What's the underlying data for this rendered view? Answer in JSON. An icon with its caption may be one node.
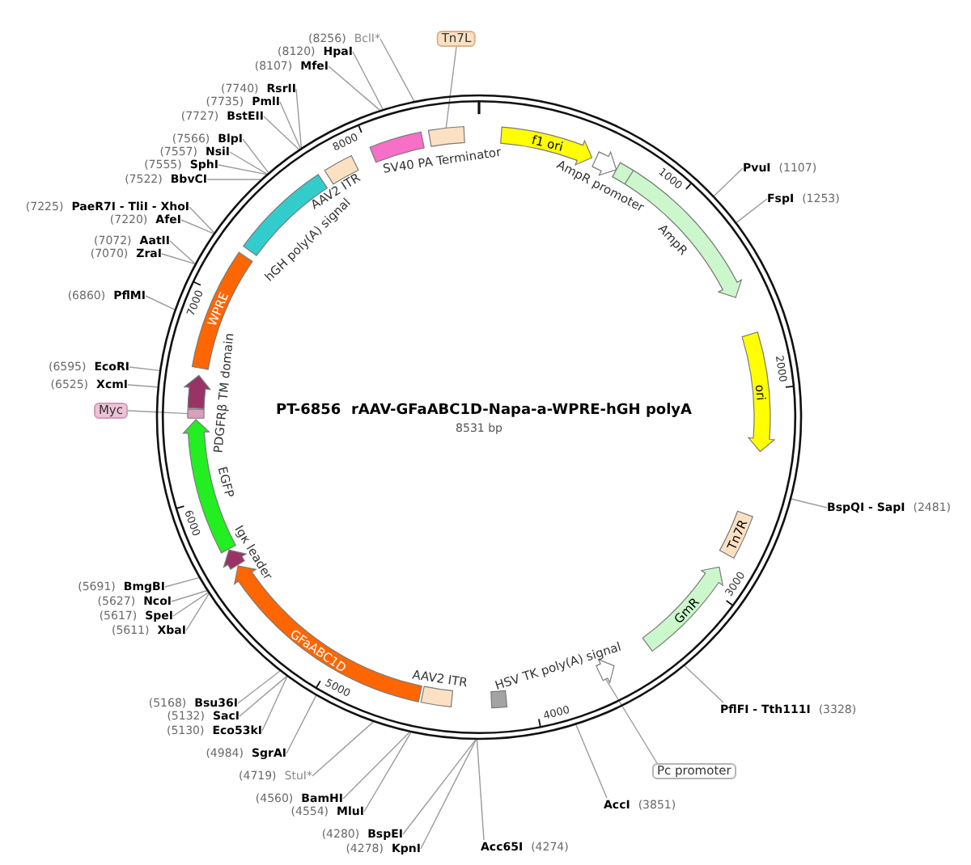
{
  "diagram": {
    "title": "PT-6856  rAAV-GFaABC1D-Napa-a-WPRE-hGH polyA",
    "nodes": [
      {
        "text": [],
        "shape": "circle"
      },
      {
        "text": [
          "f1 ori"
        ],
        "in": 0
      },
      {
        "text": [
          "AmpR promoter"
        ],
        "in": 0
      },
      {
        "text": [
          "AmpR"
        ],
        "in": 0
      },
      {
        "text": [
          "ori"
        ],
        "in": 0
      },
      {
        "text": [
          "Tn7R"
        ],
        "in": 0
      },
      {
        "text": [
          "GmR"
        ],
        "in": 0
      },
      {
        "text": [],
        "shape": "arrow",
        "in": 0
      },
      {
        "text": [
          "HSV TK poly(A) signal"
        ],
        "in": 0
      },
      {
        "text": [
          "AAV2 ITR"
        ],
        "in": 0
      },
      {
        "text": [
          "GFaABC1D"
        ],
        "in": 0
      },
      {
        "text": [
          "Igκ leader"
        ],
        "in": 0
      },
      {
        "text": [
          "EGFP"
        ],
        "in": 0
      },
      {
        "text": [],
        "shape": "box",
        "in": 0
      },
      {
        "text": [
          "PDGFRβ TM domain"
        ],
        "in": 0
      },
      {
        "text": [
          "WPRE"
        ],
        "in": 0
      },
      {
        "text": [
          "hGH poly(A) signal"
        ],
        "in": 0
      },
      {
        "text": [
          "AAV2 ITR"
        ],
        "in": 0
      },
      {
        "text": [
          "SV40 PA Terminator"
        ],
        "in": 0
      },
      {
        "text": [],
        "shape": "box",
        "in": 0
      },
      {
        "text": [
          "Tn7L"
        ]
      },
      {
        "text": [
          "Myc"
        ]
      },
      {
        "text": [
          "Pc promoter"
        ]
      },
      {
        "text": [
          "PvuI",
          "(1107)"
        ]
      },
      {
        "text": [
          "FspI",
          "(1253)"
        ]
      },
      {
        "text": [
          "BspQI - SapI",
          "(2481)"
        ]
      },
      {
        "text": [
          "PflFI - Tth111I",
          "(3328)"
        ]
      },
      {
        "text": [
          "AccI",
          "(3851)"
        ]
      },
      {
        "text": [
          "Acc65I",
          "(4274)"
        ]
      },
      {
        "text": [
          "(4278)",
          "KpnI"
        ]
      },
      {
        "text": [
          "(4280)",
          "BspEI"
        ]
      },
      {
        "text": [
          "(4554)",
          "MluI"
        ]
      },
      {
        "text": [
          "(4560)",
          "BamHI"
        ]
      },
      {
        "text": [
          "(4719)",
          "StuI*"
        ]
      },
      {
        "text": [
          "(4984)",
          "SgrAI"
        ]
      },
      {
        "text": [
          "(5130)",
          "Eco53kI"
        ]
      },
      {
        "text": [
          "(5132)",
          "SacI"
        ]
      },
      {
        "text": [
          "(5168)",
          "Bsu36I"
        ]
      },
      {
        "text": [
          "(5611)",
          "XbaI"
        ]
      },
      {
        "text": [
          "(5617)",
          "SpeI"
        ]
      },
      {
        "text": [
          "(5627)",
          "NcoI"
        ]
      },
      {
        "text": [
          "(5691)",
          "BmgBI"
        ]
      },
      {
        "text": [
          "(6525)",
          "XcmI"
        ]
      },
      {
        "text": [
          "(6595)",
          "EcoRI"
        ]
      },
      {
        "text": [
          "(6860)",
          "PflMI"
        ]
      },
      {
        "text": [
          "(7070)",
          "ZraI"
        ]
      },
      {
        "text": [
          "(7072)",
          "AatII"
        ]
      },
      {
        "text": [
          "(7220)",
          "AfeI"
        ]
      },
      {
        "text": [
          "(7225)",
          "PaeR7I - TliI - XhoI"
        ]
      },
      {
        "text": [
          "(7522)",
          "BbvCI"
        ]
      },
      {
        "text": [
          "(7555)",
          "SphI"
        ]
      },
      {
        "text": [
          "(7557)",
          "NsiI"
        ]
      },
      {
        "text": [
          "(7566)",
          "BlpI"
        ]
      },
      {
        "text": [
          "(7727)",
          "BstEII"
        ]
      },
      {
        "text": [
          "(7735)",
          "PmlI"
        ]
      },
      {
        "text": [
          "(7740)",
          "RsrII"
        ]
      },
      {
        "text": [
          "(8107)",
          "MfeI"
        ]
      },
      {
        "text": [
          "(8120)",
          "HpaI"
        ]
      },
      {
        "text": [
          "(8256)",
          "BclI*"
        ]
      }
    ],
    "edges": [
      {
        "from": 23,
        "to": 0,
        "arrow": "none"
      },
      {
        "from": 24,
        "to": 0,
        "arrow": "none"
      },
      {
        "from": 25,
        "to": 0,
        "arrow": "none"
      },
      {
        "from": 26,
        "to": 0,
        "arrow": "none"
      },
      {
        "from": 27,
        "to": 0,
        "arrow": "none"
      },
      {
        "from": 28,
        "to": 0,
        "arrow": "none"
      },
      {
        "from": 29,
        "to": 0,
        "arrow": "none"
      },
      {
        "from": 30,
        "to": 0,
        "arrow": "none"
      },
      {
        "from": 31,
        "to": 0,
        "arrow": "none"
      },
      {
        "from": 32,
        "to": 0,
        "arrow": "none"
      },
      {
        "from": 33,
        "to": 0,
        "arrow": "none"
      },
      {
        "from": 34,
        "to": 0,
        "arrow": "none"
      },
      {
        "from": 35,
        "to": 0,
        "arrow": "none"
      },
      {
        "from": 36,
        "to": 0,
        "arrow": "none"
      },
      {
        "from": 37,
        "to": 0,
        "arrow": "none"
      },
      {
        "from": 38,
        "to": 0,
        "arrow": "none"
      },
      {
        "from": 39,
        "to": 0,
        "arrow": "none"
      },
      {
        "from": 40,
        "to": 0,
        "arrow": "none"
      },
      {
        "from": 41,
        "to": 0,
        "arrow": "none"
      },
      {
        "from": 42,
        "to": 0,
        "arrow": "none"
      },
      {
        "from": 43,
        "to": 0,
        "arrow": "none"
      },
      {
        "from": 44,
        "to": 0,
        "arrow": "none"
      },
      {
        "from": 45,
        "to": 0,
        "arrow": "none"
      },
      {
        "from": 46,
        "to": 0,
        "arrow": "none"
      },
      {
        "from": 47,
        "to": 0,
        "arrow": "none"
      },
      {
        "from": 48,
        "to": 0,
        "arrow": "none"
      },
      {
        "from": 49,
        "to": 0,
        "arrow": "none"
      },
      {
        "from": 50,
        "to": 0,
        "arrow": "none"
      },
      {
        "from": 51,
        "to": 0,
        "arrow": "none"
      },
      {
        "from": 52,
        "to": 0,
        "arrow": "none"
      },
      {
        "from": 53,
        "to": 0,
        "arrow": "none"
      },
      {
        "from": 54,
        "to": 0,
        "arrow": "none"
      },
      {
        "from": 55,
        "to": 0,
        "arrow": "none"
      },
      {
        "from": 56,
        "to": 0,
        "arrow": "none"
      },
      {
        "from": 57,
        "to": 0,
        "arrow": "none"
      },
      {
        "from": 58,
        "to": 0,
        "arrow": "none"
      },
      {
        "from": 20,
        "to": 19,
        "arrow": "none"
      },
      {
        "from": 21,
        "to": 13,
        "arrow": "none"
      },
      {
        "from": 22,
        "to": 7,
        "arrow": "none"
      }
    ],
    "labels": [
      "8531 bp",
      "1000",
      "2000",
      "3000",
      "4000",
      "5000",
      "6000",
      "7000",
      "8000"
    ]
  }
}
